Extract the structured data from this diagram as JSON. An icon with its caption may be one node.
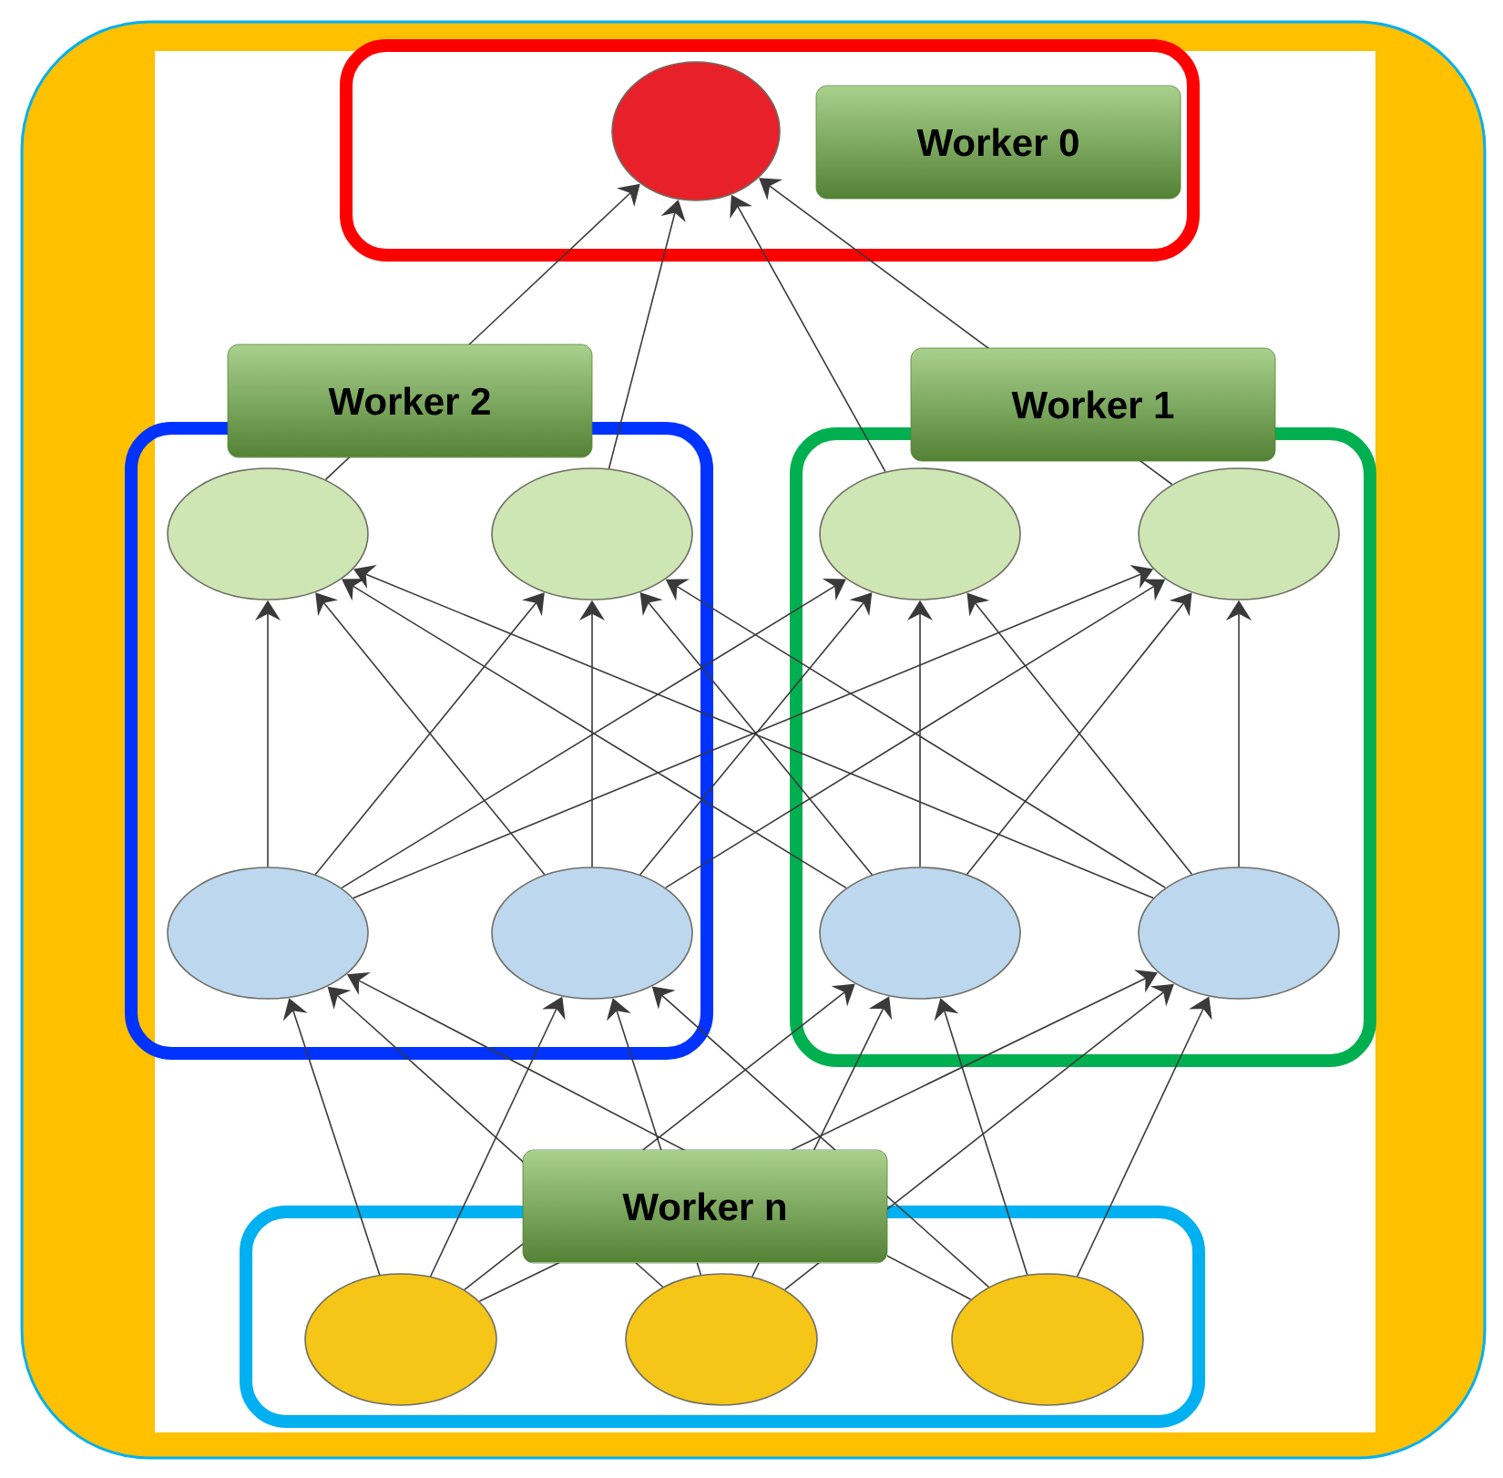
{
  "diagram": {
    "nodes": [
      {
        "text": [
          "Worker 0"
        ]
      },
      {
        "text": [],
        "shape": "circle",
        "in": 0
      },
      {
        "text": [
          "Worker 2"
        ]
      },
      {
        "text": [
          "Worker 1"
        ]
      },
      {
        "text": [],
        "shape": "circle",
        "in": 2
      },
      {
        "text": [],
        "shape": "circle",
        "in": 2
      },
      {
        "text": [],
        "shape": "circle",
        "in": 3
      },
      {
        "text": [],
        "shape": "circle",
        "in": 3
      },
      {
        "text": [],
        "shape": "circle",
        "in": 2
      },
      {
        "text": [],
        "shape": "circle",
        "in": 2
      },
      {
        "text": [],
        "shape": "circle",
        "in": 3
      },
      {
        "text": [],
        "shape": "circle",
        "in": 3
      },
      {
        "text": [
          "Worker n"
        ]
      },
      {
        "text": [],
        "shape": "circle",
        "in": 12
      },
      {
        "text": [],
        "shape": "circle",
        "in": 12
      },
      {
        "text": [],
        "shape": "circle",
        "in": 12
      }
    ],
    "edges": [
      {
        "from": 4,
        "to": 1,
        "arrow": "to"
      },
      {
        "from": 5,
        "to": 1,
        "arrow": "to"
      },
      {
        "from": 6,
        "to": 1,
        "arrow": "to"
      },
      {
        "from": 7,
        "to": 1,
        "arrow": "to"
      },
      {
        "from": 8,
        "to": 4,
        "arrow": "to"
      },
      {
        "from": 8,
        "to": 5,
        "arrow": "to"
      },
      {
        "from": 8,
        "to": 6,
        "arrow": "to"
      },
      {
        "from": 8,
        "to": 7,
        "arrow": "to"
      },
      {
        "from": 9,
        "to": 4,
        "arrow": "to"
      },
      {
        "from": 9,
        "to": 5,
        "arrow": "to"
      },
      {
        "from": 9,
        "to": 6,
        "arrow": "to"
      },
      {
        "from": 9,
        "to": 7,
        "arrow": "to"
      },
      {
        "from": 10,
        "to": 4,
        "arrow": "to"
      },
      {
        "from": 10,
        "to": 5,
        "arrow": "to"
      },
      {
        "from": 10,
        "to": 6,
        "arrow": "to"
      },
      {
        "from": 10,
        "to": 7,
        "arrow": "to"
      },
      {
        "from": 11,
        "to": 4,
        "arrow": "to"
      },
      {
        "from": 11,
        "to": 5,
        "arrow": "to"
      },
      {
        "from": 11,
        "to": 6,
        "arrow": "to"
      },
      {
        "from": 11,
        "to": 7,
        "arrow": "to"
      },
      {
        "from": 13,
        "to": 8,
        "arrow": "to"
      },
      {
        "from": 13,
        "to": 9,
        "arrow": "to"
      },
      {
        "from": 13,
        "to": 10,
        "arrow": "to"
      },
      {
        "from": 13,
        "to": 11,
        "arrow": "to"
      },
      {
        "from": 14,
        "to": 8,
        "arrow": "to"
      },
      {
        "from": 14,
        "to": 9,
        "arrow": "to"
      },
      {
        "from": 14,
        "to": 10,
        "arrow": "to"
      },
      {
        "from": 14,
        "to": 11,
        "arrow": "to"
      },
      {
        "from": 15,
        "to": 8,
        "arrow": "to"
      },
      {
        "from": 15,
        "to": 9,
        "arrow": "to"
      },
      {
        "from": 15,
        "to": 10,
        "arrow": "to"
      },
      {
        "from": 15,
        "to": 11,
        "arrow": "to"
      }
    ]
  }
}
